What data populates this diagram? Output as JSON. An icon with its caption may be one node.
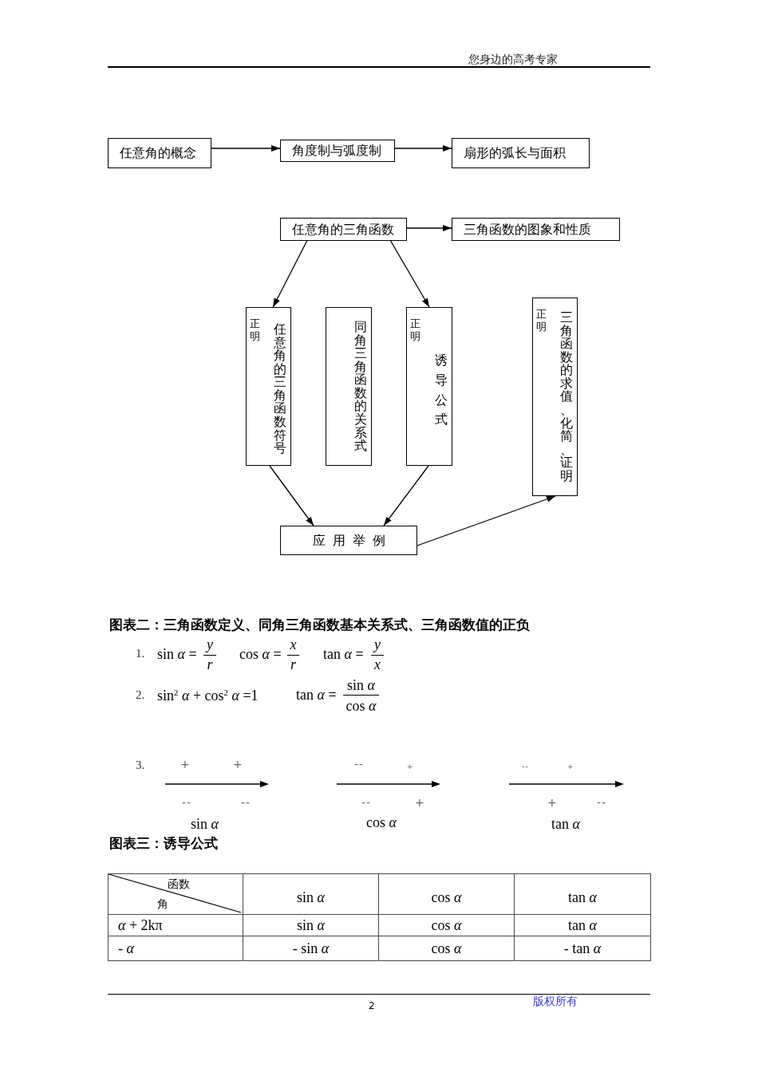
{
  "diagram": {
    "nodes": [
      {
        "text": [
          "任意角的概念"
        ]
      },
      {
        "text": [
          "角度制与弧度制"
        ]
      },
      {
        "text": [
          "扇形的弧长与面积"
        ]
      },
      {
        "text": [
          "任意角的三角函数"
        ]
      },
      {
        "text": [
          "三角函数的图象和性质"
        ]
      },
      {
        "text": [
          "正明",
          "任意角的三角函数符号"
        ]
      },
      {
        "text": [
          "同角三角函数的关系式"
        ]
      },
      {
        "text": [
          "正明",
          "诱导公式"
        ]
      },
      {
        "text": [
          "正明",
          "三角函数的求值、化简、证明"
        ]
      },
      {
        "text": [
          "应 用 举 例"
        ]
      }
    ],
    "edges": [
      {
        "from": 0,
        "to": 1,
        "arrow": "to"
      },
      {
        "from": 1,
        "to": 2,
        "arrow": "to"
      },
      {
        "from": 3,
        "to": 4,
        "arrow": "to"
      },
      {
        "from": 3,
        "to": 5,
        "arrow": "to"
      },
      {
        "from": 3,
        "to": 7,
        "arrow": "to"
      },
      {
        "from": 5,
        "to": 9,
        "arrow": "to"
      },
      {
        "from": 7,
        "to": 9,
        "arrow": "to"
      },
      {
        "from": 9,
        "to": 8,
        "arrow": "to"
      }
    ],
    "labels": [
      "您身边的高考专家",
      "图表二：三角函数定义、同角三角函数基本关系式、三角函数值的正负",
      "1.",
      "sin *α* =",
      "y",
      "r",
      "cos *α* =",
      "x",
      "r",
      "tan *α* =",
      "y",
      "x",
      "2.",
      "sin$^{2}$ *α* + cos$^{2}$ *α* =1",
      "tan *α* =",
      "sin *α*",
      "cos *α*",
      "3.",
      "+",
      "+",
      "--",
      "+",
      "--",
      "+",
      "--",
      "--",
      "--",
      "+",
      "+",
      "--",
      "sin *α*",
      "cos *α*",
      "tan *α*",
      "图表三：诱导公式",
      "函数",
      "角",
      "sin *α*",
      "cos *α*",
      "tan *α*",
      "*α* + 2kπ",
      "sin *α*",
      "cos *α*",
      "tan *α*",
      "- *α*",
      "- sin *α*",
      "cos *α*",
      "- tan *α*",
      "2",
      "版权所有"
    ]
  }
}
